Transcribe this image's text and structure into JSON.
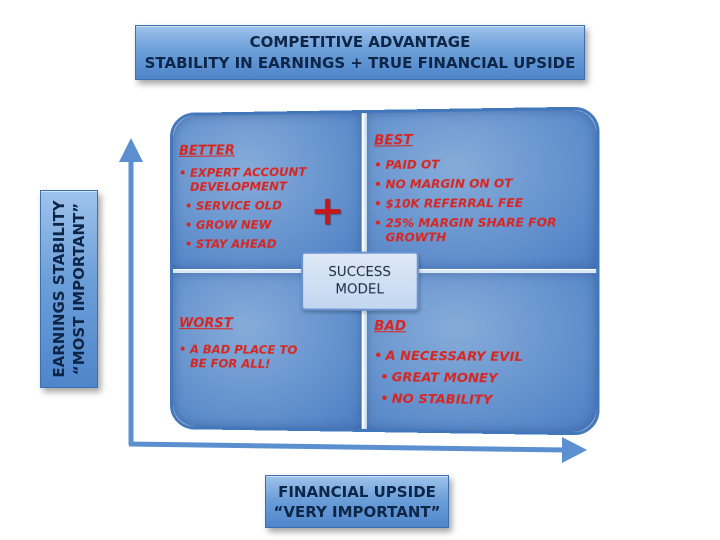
{
  "header": {
    "line1": "COMPETITIVE ADVANTAGE",
    "line2": "STABILITY IN EARNINGS  +  TRUE FINANCIAL UPSIDE"
  },
  "y_axis_label": {
    "line1": "EARNINGS STABILITY",
    "line2": "“MOST IMPORTANT”"
  },
  "x_axis_label": {
    "line1": "FINANCIAL UPSIDE",
    "line2": "“VERY IMPORTANT”"
  },
  "center": {
    "line1": "SUCCESS",
    "line2": "MODEL"
  },
  "quadrants": {
    "better": {
      "title": "BETTER",
      "items": [
        "EXPERT ACCOUNT DEVELOPMENT",
        "SERVICE OLD",
        "GROW NEW",
        "STAY AHEAD"
      ]
    },
    "best": {
      "title": "BEST",
      "items": [
        "PAID OT",
        "NO MARGIN ON OT",
        "$10K REFERRAL FEE",
        "25% MARGIN SHARE FOR GROWTH"
      ]
    },
    "worst": {
      "title": "WORST",
      "items": [
        "A BAD PLACE TO BE FOR ALL!"
      ]
    },
    "bad": {
      "title": "BAD",
      "items": [
        "A NECESSARY EVIL",
        "GREAT MONEY",
        "NO STABILITY"
      ]
    }
  },
  "icons": {
    "plus": "+"
  },
  "colors": {
    "accent_red": "#d92520",
    "box_blue": "#6c9fd9",
    "axis_blue": "#5b8fd0"
  }
}
